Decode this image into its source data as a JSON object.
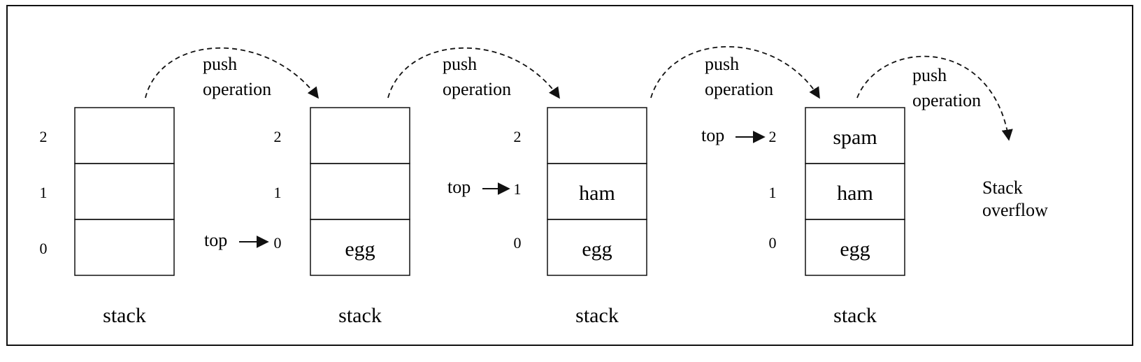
{
  "diagram": {
    "push_label_line1": "push",
    "push_label_line2": "operation",
    "top_label": "top",
    "overflow_label_line1": "Stack",
    "overflow_label_line2": "overflow",
    "index_labels": [
      "2",
      "1",
      "0"
    ],
    "stacks": [
      {
        "caption": "stack",
        "cells_top_to_bottom": [
          "",
          "",
          ""
        ],
        "top_index": null
      },
      {
        "caption": "stack",
        "cells_top_to_bottom": [
          "",
          "",
          "egg"
        ],
        "top_index": "0"
      },
      {
        "caption": "stack",
        "cells_top_to_bottom": [
          "",
          "ham",
          "egg"
        ],
        "top_index": "1"
      },
      {
        "caption": "stack",
        "cells_top_to_bottom": [
          "spam",
          "ham",
          "egg"
        ],
        "top_index": "2"
      }
    ]
  }
}
